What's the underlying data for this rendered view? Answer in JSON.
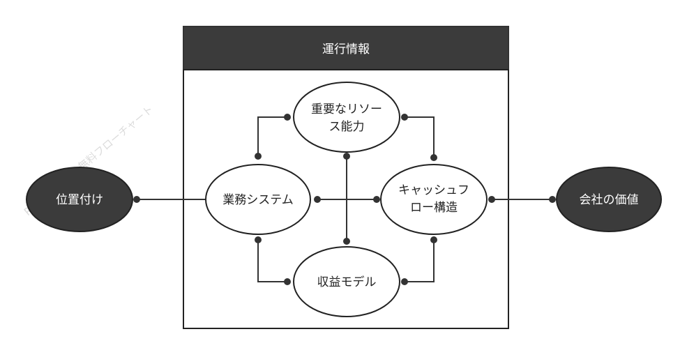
{
  "diagram": {
    "frame_title": "運行情報",
    "nodes": {
      "positioning": "位置付け",
      "business_system": "業務システム",
      "key_resources_line1": "重要なリソー",
      "key_resources_line2": "ス能力",
      "cashflow_line1": "キャッシュフ",
      "cashflow_line2": "ロー構造",
      "revenue_model": "収益モデル",
      "company_value": "会社の価値"
    }
  },
  "watermark": {
    "text": "ProcessOn.io 無料フローチャート"
  },
  "colors": {
    "dark_fill": "#3b3b3b",
    "stroke": "#333333",
    "light_text": "#ffffff",
    "dark_text": "#222222",
    "watermark": "#dcdcdc"
  }
}
